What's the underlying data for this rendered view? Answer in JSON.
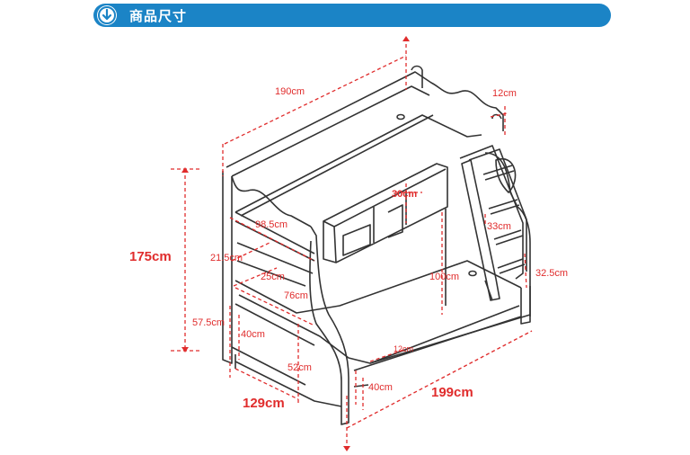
{
  "header": {
    "title": "商品尺寸",
    "icon": "download-arrow-icon"
  },
  "colors": {
    "accent": "#1b84c6",
    "dimension": "#e02c2c",
    "line": "#333333"
  },
  "dimensions": {
    "length_top": "190cm",
    "rail_width": "12cm",
    "shelf_depth": "30cm",
    "upper_width": "98.5cm",
    "ladder_step": "33cm",
    "total_height": "175cm",
    "gap_height": "21.5cm",
    "guard_height": "25cm",
    "upper_deck_width": "76cm",
    "ladder_depth": "100cm",
    "ladder_offset": "32.5cm",
    "lower_height": "57.5cm",
    "lower_leg": "40cm",
    "drawer_gap": "12cm",
    "lower_panel": "52cm",
    "base_leg": "40cm",
    "total_width": "129cm",
    "total_length": "199cm"
  }
}
